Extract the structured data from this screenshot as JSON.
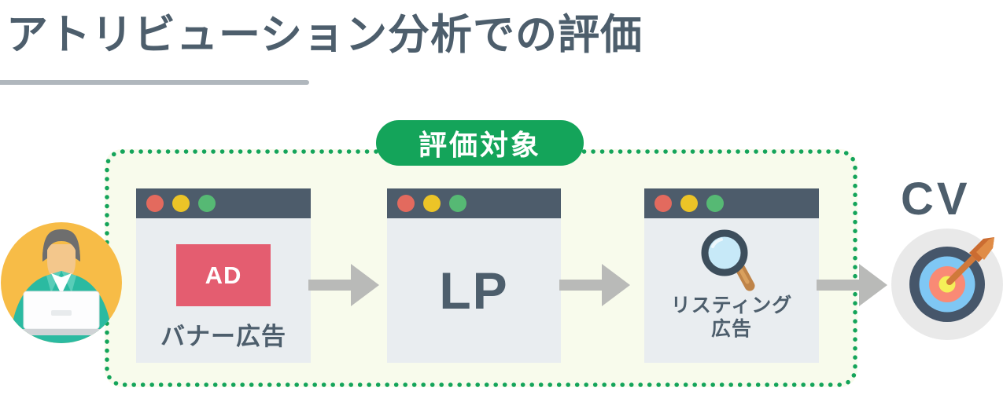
{
  "title": {
    "text": "アトリビューション分析での評価",
    "color": "#4d5e6c",
    "underline_color": "#b0b7bd"
  },
  "evaluation_box": {
    "label": "評価対象",
    "accent_green": "#14a45a",
    "fill": "#f8fbec",
    "border_style": "dotted"
  },
  "user_avatar": {
    "description": "person-with-laptop",
    "circle_bg": "#f7bc47",
    "jacket_color": "#2bbaa1",
    "skin_color": "#f3c78c",
    "hair_color": "#6e6e6e",
    "laptop_color": "#fdfdfe"
  },
  "browser_chrome": {
    "header_bg": "#4d5c6b",
    "body_bg": "#e9edf0",
    "dot_colors": [
      "#e36a5e",
      "#ecc427",
      "#56b974"
    ]
  },
  "steps": [
    {
      "badge": "AD",
      "badge_bg": "#e45d70",
      "label": "バナー広告"
    },
    {
      "label": "LP"
    },
    {
      "icon": "magnifier-icon",
      "label_line1": "リスティング",
      "label_line2": "広告"
    }
  ],
  "flow": {
    "arrow_color": "#b9bab8"
  },
  "conversion": {
    "label": "CV",
    "color": "#4d5e6c",
    "target_colors": {
      "outer": "#e9e9e9",
      "ring": "#46566a",
      "blue": "#7fc7f4",
      "red": "#f98a75",
      "bullseye": "#f5ef58",
      "dart": "#d0793a",
      "dart_dark": "#cb6c31"
    }
  }
}
